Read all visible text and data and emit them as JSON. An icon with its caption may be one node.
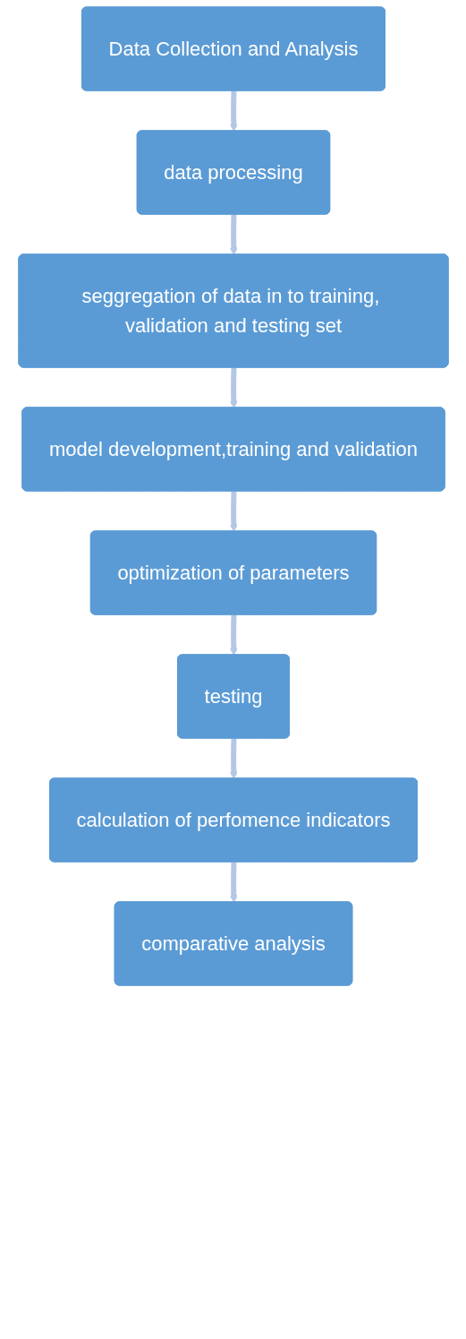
{
  "diagram": {
    "nodes": [
      {
        "text": [
          "Data Collection and Analysis"
        ]
      },
      {
        "text": [
          "data processing"
        ]
      },
      {
        "text": [
          "seggregation of data in to training, validation and testing set"
        ]
      },
      {
        "text": [
          "model development,training and validation"
        ]
      },
      {
        "text": [
          "optimization of parameters"
        ]
      },
      {
        "text": [
          "testing"
        ]
      },
      {
        "text": [
          "calculation of perfomence indicators"
        ]
      },
      {
        "text": [
          "comparative analysis"
        ]
      }
    ],
    "edges": [
      {
        "from": 0,
        "to": 1,
        "arrow": "to"
      },
      {
        "from": 1,
        "to": 2,
        "arrow": "to"
      },
      {
        "from": 2,
        "to": 3,
        "arrow": "to"
      },
      {
        "from": 3,
        "to": 4,
        "arrow": "to"
      },
      {
        "from": 4,
        "to": 5,
        "arrow": "to"
      },
      {
        "from": 5,
        "to": 6,
        "arrow": "to"
      },
      {
        "from": 6,
        "to": 7,
        "arrow": "to"
      }
    ]
  }
}
